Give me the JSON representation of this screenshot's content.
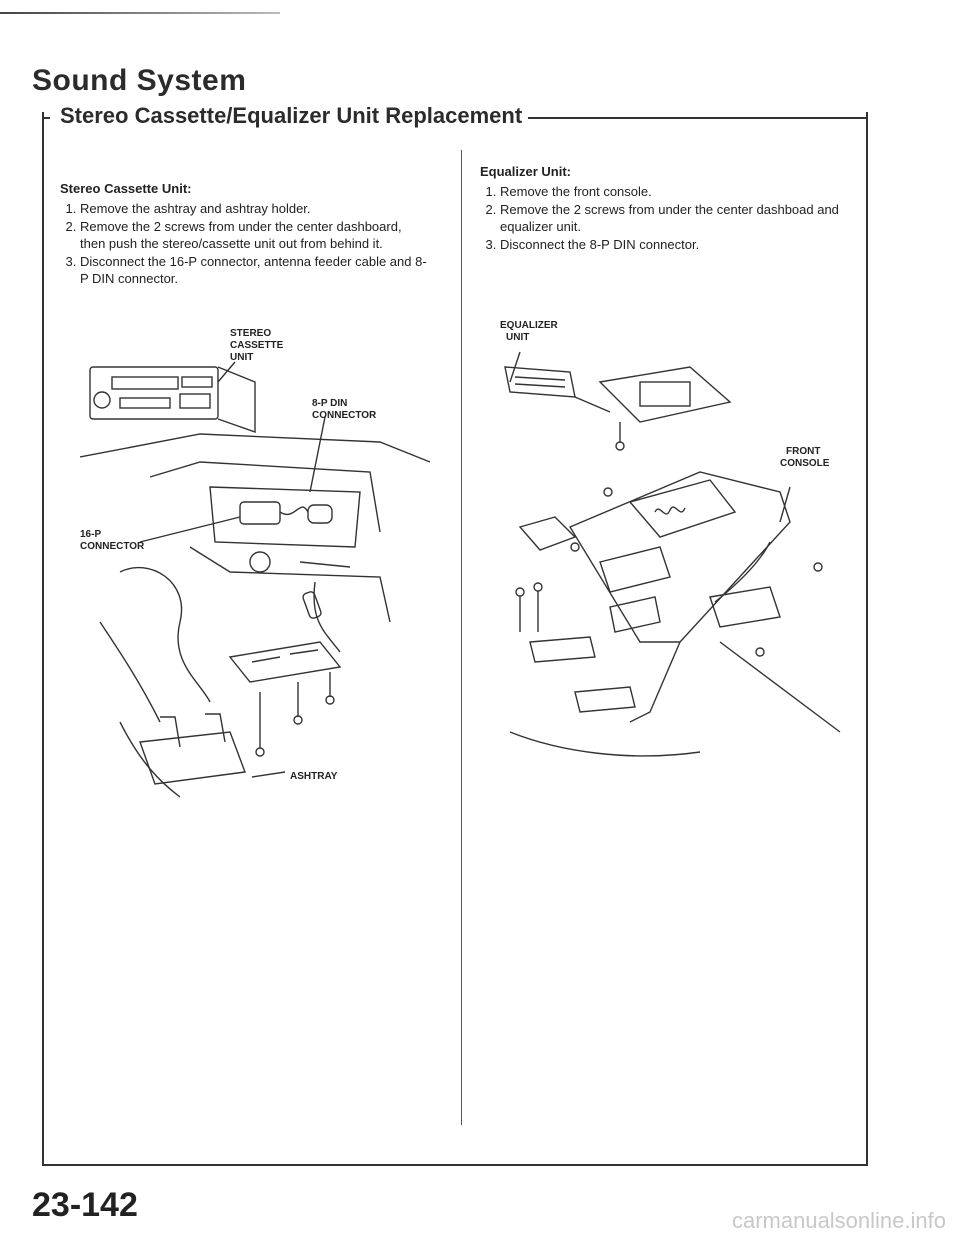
{
  "page": {
    "section_title": "Sound System",
    "subtitle": "Stereo Cassette/Equalizer Unit Replacement",
    "page_number": "23-142",
    "watermark": "carmanualsonline.info"
  },
  "left": {
    "heading": "Stereo Cassette Unit:",
    "steps": [
      "Remove the ashtray and ashtray holder.",
      "Remove the 2 screws from under the center dash­board, then push the stereo/cassette unit out from behind it.",
      "Disconnect the 16-P connector, antenna feeder cable and 8-P DIN connector."
    ],
    "callouts": {
      "stereo_1": "STEREO",
      "stereo_2": "CASSETTE",
      "stereo_3": "UNIT",
      "din_1": "8-P DIN",
      "din_2": "CONNECTOR",
      "p16_1": "16-P",
      "p16_2": "CONNECTOR",
      "ashtray": "ASHTRAY"
    }
  },
  "right": {
    "heading": "Equalizer Unit:",
    "steps": [
      "Remove the front console.",
      "Remove the 2 screws from under the center dashboad and equalizer unit.",
      "Disconnect the 8-P DIN connector."
    ],
    "callouts": {
      "eq_1": "EQUALIZER",
      "eq_2": "UNIT",
      "console_1": "FRONT",
      "console_2": "CONSOLE"
    }
  }
}
